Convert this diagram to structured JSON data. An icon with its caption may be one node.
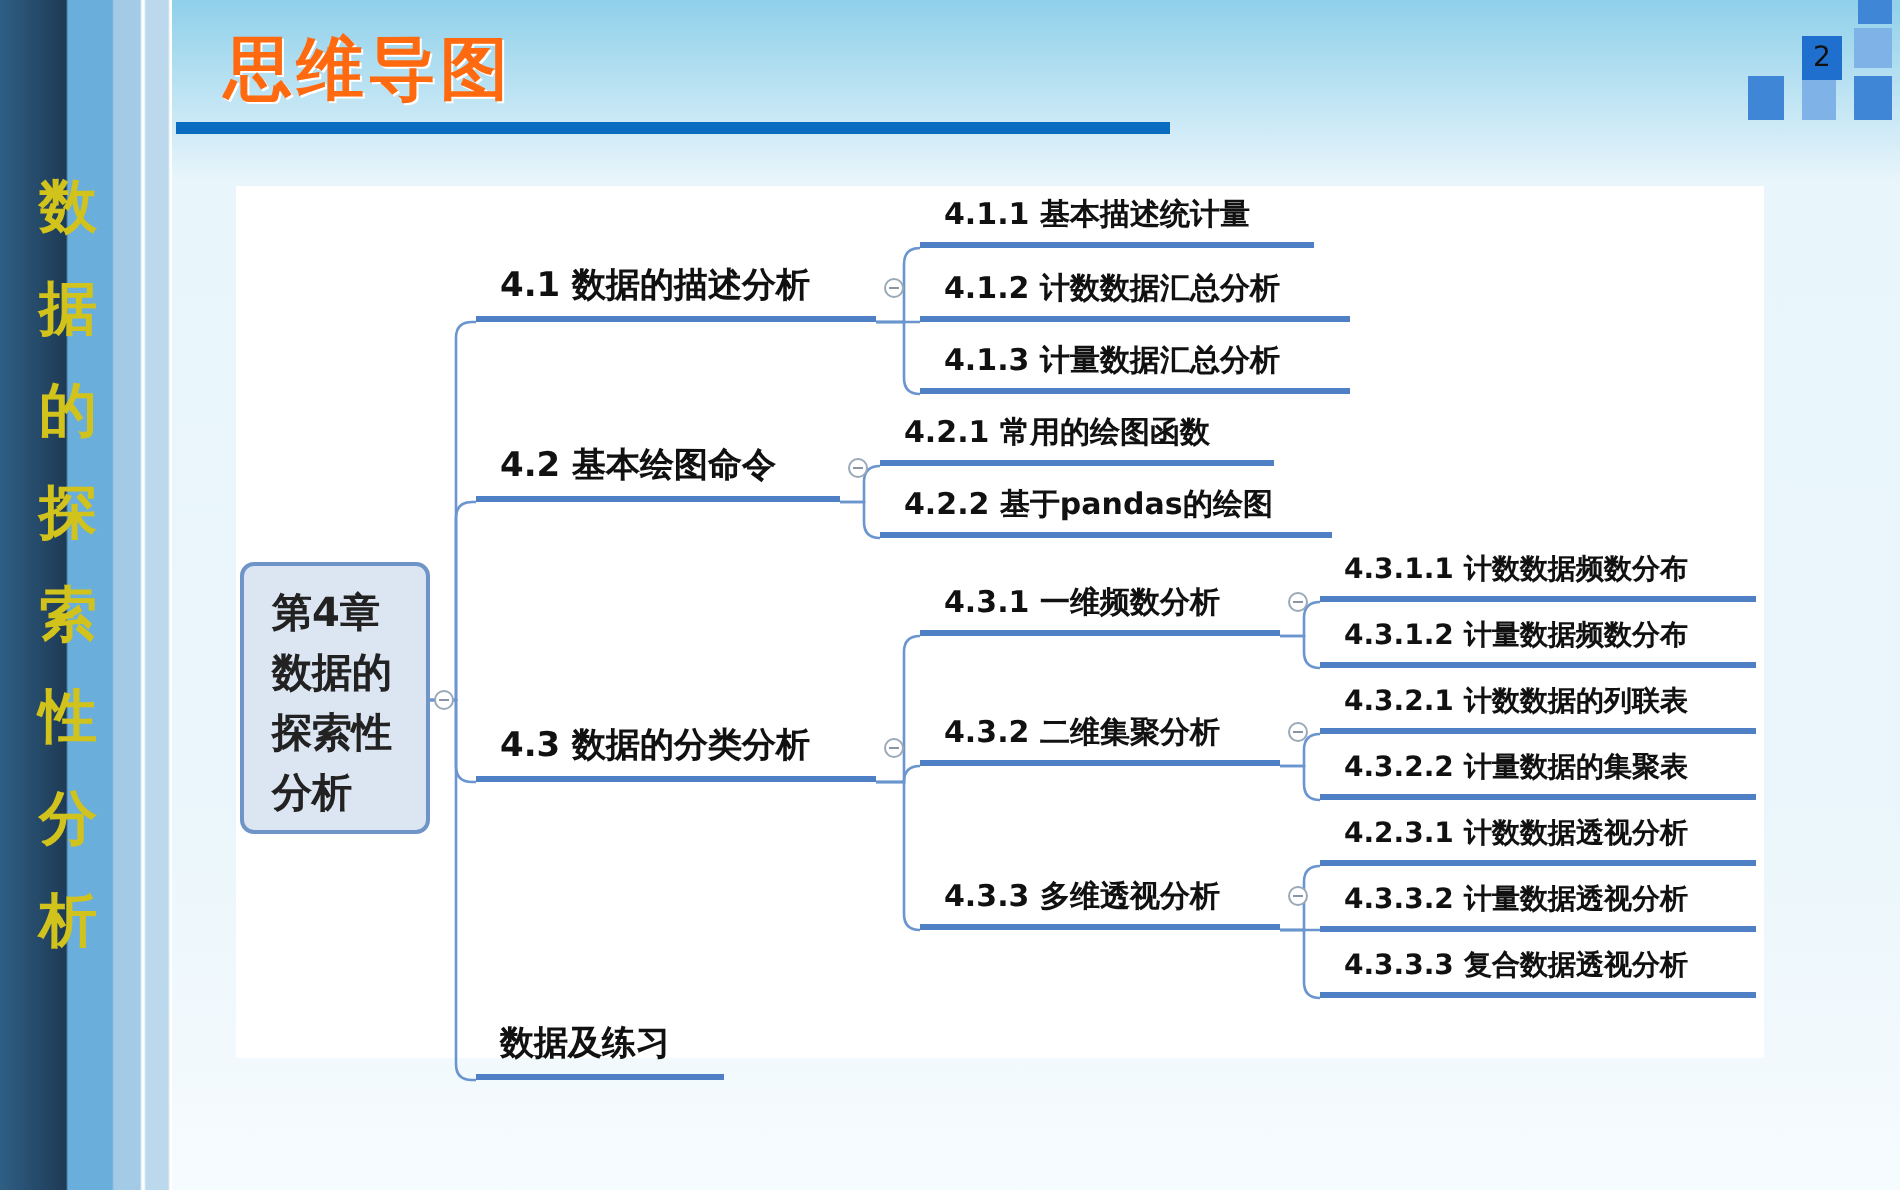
{
  "diagram": {
    "title": "思维导图",
    "nodes": [
      {
        "text": [
          "第4章数据的探索性分析"
        ]
      },
      {
        "text": [
          "4.1 数据的描述分析"
        ]
      },
      {
        "text": [
          "4.1.1 基本描述统计量"
        ]
      },
      {
        "text": [
          "4.1.2 计数数据汇总分析"
        ]
      },
      {
        "text": [
          "4.1.3 计量数据汇总分析"
        ]
      },
      {
        "text": [
          "4.2 基本绘图命令"
        ]
      },
      {
        "text": [
          "4.2.1 常用的绘图函数"
        ]
      },
      {
        "text": [
          "4.2.2 基于pandas的绘图"
        ]
      },
      {
        "text": [
          "4.3 数据的分类分析"
        ]
      },
      {
        "text": [
          "4.3.1 一维频数分析"
        ]
      },
      {
        "text": [
          "4.3.1.1 计数数据频数分布"
        ]
      },
      {
        "text": [
          "4.3.1.2 计量数据频数分布"
        ]
      },
      {
        "text": [
          "4.3.2 二维集聚分析"
        ]
      },
      {
        "text": [
          "4.3.2.1 计数数据的列联表"
        ]
      },
      {
        "text": [
          "4.3.2.2 计量数据的集聚表"
        ]
      },
      {
        "text": [
          "4.3.3 多维透视分析"
        ]
      },
      {
        "text": [
          "4.2.3.1 计数数据透视分析"
        ]
      },
      {
        "text": [
          "4.3.3.2 计量数据透视分析"
        ]
      },
      {
        "text": [
          "4.3.3.3 复合数据透视分析"
        ]
      },
      {
        "text": [
          "数据及练习"
        ]
      }
    ],
    "edges": [
      {
        "from": 0,
        "to": 1,
        "arrow": "none"
      },
      {
        "from": 0,
        "to": 5,
        "arrow": "none"
      },
      {
        "from": 0,
        "to": 8,
        "arrow": "none"
      },
      {
        "from": 0,
        "to": 19,
        "arrow": "none"
      },
      {
        "from": 1,
        "to": 2,
        "arrow": "none"
      },
      {
        "from": 1,
        "to": 3,
        "arrow": "none"
      },
      {
        "from": 1,
        "to": 4,
        "arrow": "none"
      },
      {
        "from": 5,
        "to": 6,
        "arrow": "none"
      },
      {
        "from": 5,
        "to": 7,
        "arrow": "none"
      },
      {
        "from": 8,
        "to": 9,
        "arrow": "none"
      },
      {
        "from": 8,
        "to": 12,
        "arrow": "none"
      },
      {
        "from": 8,
        "to": 15,
        "arrow": "none"
      },
      {
        "from": 9,
        "to": 10,
        "arrow": "none"
      },
      {
        "from": 9,
        "to": 11,
        "arrow": "none"
      },
      {
        "from": 12,
        "to": 13,
        "arrow": "none"
      },
      {
        "from": 12,
        "to": 14,
        "arrow": "none"
      },
      {
        "from": 15,
        "to": 16,
        "arrow": "none"
      },
      {
        "from": 15,
        "to": 17,
        "arrow": "none"
      },
      {
        "from": 15,
        "to": 18,
        "arrow": "none"
      }
    ],
    "labels": [
      "2",
      "数据的探索性分析"
    ]
  }
}
